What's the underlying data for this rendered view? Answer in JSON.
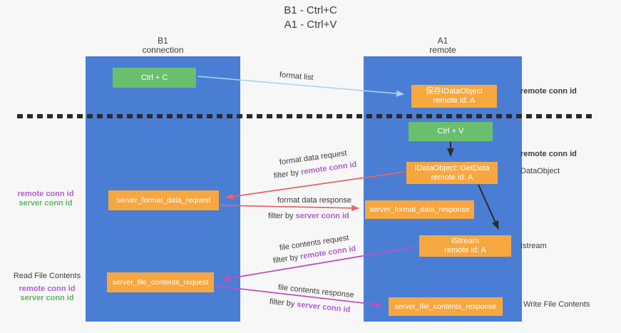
{
  "title": {
    "line1": "B1 - Ctrl+C",
    "line2": "A1 - Ctrl+V"
  },
  "colors": {
    "lifeline_blue": "#4a7ed4",
    "node_orange": "#f7a740",
    "node_green": "#6abf6e",
    "arrow_light_blue": "#a9d3f2",
    "arrow_red": "#e86666",
    "arrow_magenta": "#c04fc4",
    "arrow_black": "#2b2b2b",
    "text_purple": "#b05fd0",
    "text_green": "#5cb85c",
    "text_dark": "#3c3c3c"
  },
  "lifelines": {
    "left": {
      "name": "B1",
      "role": "connection"
    },
    "right": {
      "name": "A1",
      "role": "remote"
    }
  },
  "nodes": {
    "ctrl_c": {
      "label": "Ctrl + C"
    },
    "save_idataobject": {
      "line1": "保存IDataObject",
      "line2": "remote id: A"
    },
    "ctrl_v": {
      "label": "Ctrl + V"
    },
    "getdata": {
      "line1": "IDataObject::GetData",
      "line2": "remote id: A"
    },
    "server_format_data_request": {
      "label": "server_format_data_request"
    },
    "server_format_data_response": {
      "label": "server_format_data_response"
    },
    "istream": {
      "line1": "IStream",
      "line2": "remote id: A"
    },
    "server_file_contents_request": {
      "label": "server_file_contents_request"
    },
    "server_file_contents_response": {
      "label": "server_file_contents_response"
    }
  },
  "edges": {
    "format_list": {
      "label": "format list"
    },
    "format_data_request": {
      "label": "format data request",
      "filter_prefix": "filter by",
      "filter_id": "remote conn id"
    },
    "format_data_response": {
      "label": "format data response",
      "filter_prefix": "filter by",
      "filter_id": "server conn id"
    },
    "file_contents_request": {
      "label": "file contents request",
      "filter_prefix": "filter by",
      "filter_id": "remote conn id"
    },
    "file_contents_response": {
      "label": "file contents response",
      "filter_prefix": "filter by",
      "filter_id": "server conn id"
    }
  },
  "annotations": {
    "right_remote_conn_top": "remote conn id",
    "right_remote_conn_mid": "remote conn id",
    "data_object": "DataObject",
    "istream": "Istream",
    "write_file_contents": "Write File Contents",
    "left_top": {
      "remote": "remote conn id",
      "server": "server conn id"
    },
    "left_bottom": {
      "title": "Read File Contents",
      "remote": "remote conn id",
      "server": "server conn id"
    }
  }
}
